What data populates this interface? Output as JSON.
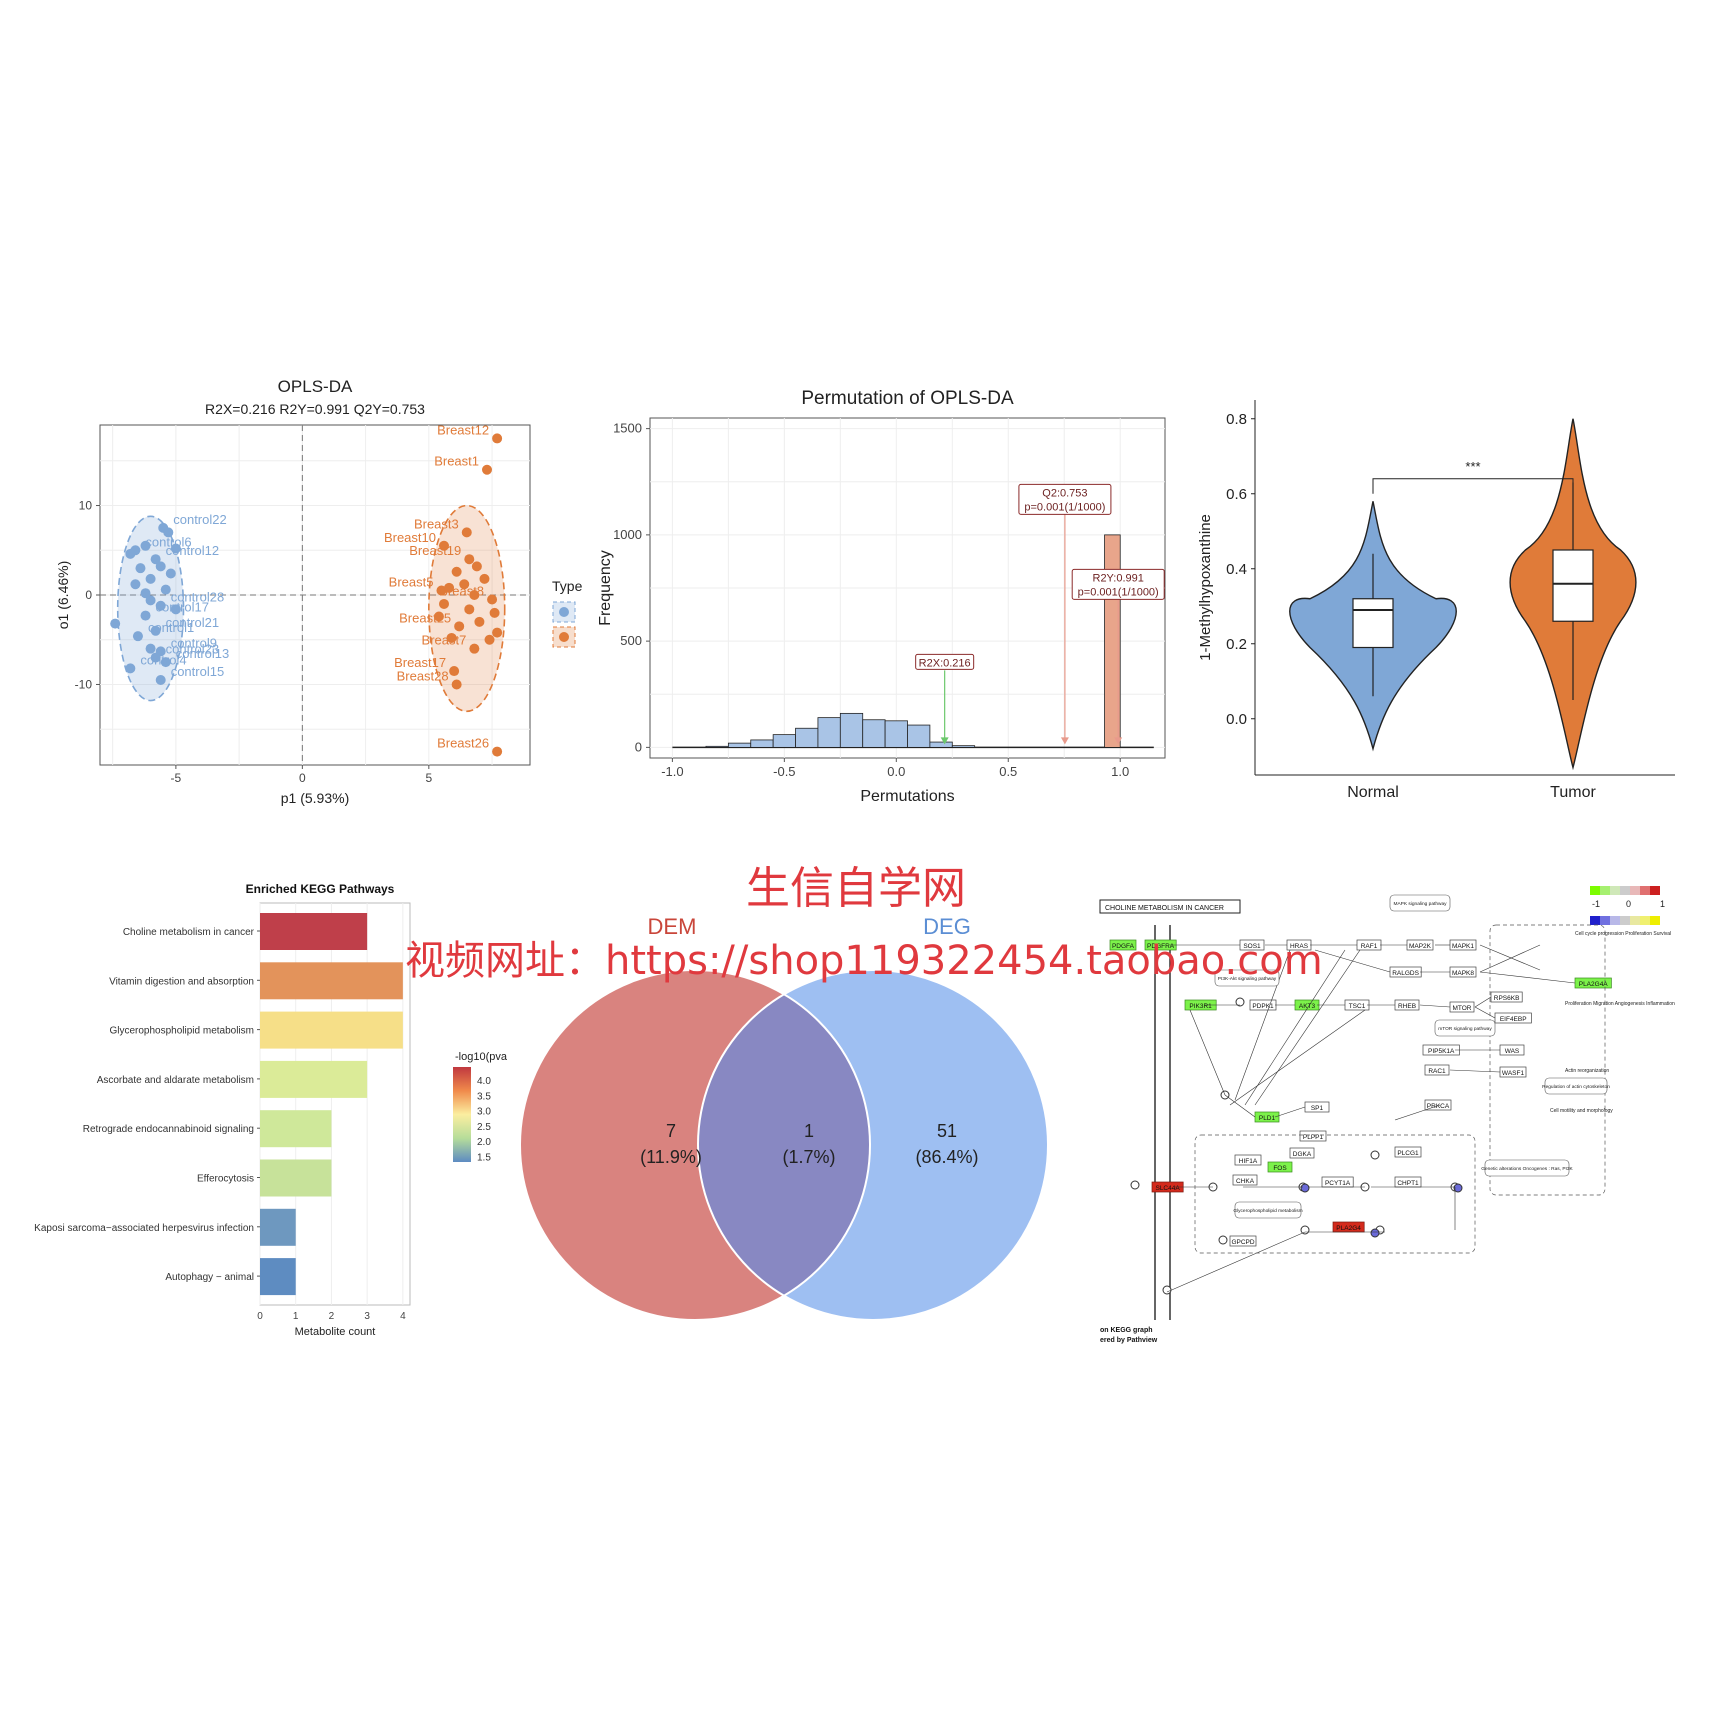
{
  "watermark": {
    "title": "生信自学网",
    "url": "视频网址：https://shop119322454.taobao.com"
  },
  "colors": {
    "normal": "#7fa7d6",
    "tumor": "#e07b39",
    "dem": "#d9837f",
    "deg": "#9ebff2",
    "overlap": "#8888c2"
  },
  "chart_data": [
    {
      "type": "scatter",
      "title": "OPLS-DA",
      "subtitle": "R2X=0.216   R2Y=0.991   Q2Y=0.753",
      "xlabel": "p1 (5.93%)",
      "ylabel": "o1 (6.46%)",
      "xlim": [
        -8,
        9
      ],
      "ylim": [
        -19,
        19
      ],
      "xticks": [
        "-5",
        "0",
        "5"
      ],
      "yticks": [
        "-10",
        "0",
        "10"
      ],
      "legend": {
        "title": "Type",
        "placement": "right"
      },
      "series": [
        {
          "points": [
            {
              "x": -5.5,
              "y": 7.5,
              "label": "control22"
            },
            {
              "x": -6.6,
              "y": 5.0,
              "label": "control6"
            },
            {
              "x": -5.8,
              "y": 4.0,
              "label": "control12"
            },
            {
              "x": -5.6,
              "y": -1.2,
              "label": "control28"
            },
            {
              "x": -6.2,
              "y": -2.3,
              "label": "control17"
            },
            {
              "x": -5.8,
              "y": -4.0,
              "label": "control21"
            },
            {
              "x": -6.5,
              "y": -4.6,
              "label": "control1"
            },
            {
              "x": -5.6,
              "y": -6.3,
              "label": "control9"
            },
            {
              "x": -5.8,
              "y": -7.0,
              "label": "control23"
            },
            {
              "x": -5.4,
              "y": -7.5,
              "label": "control13"
            },
            {
              "x": -6.8,
              "y": -8.2,
              "label": "control4"
            },
            {
              "x": -5.6,
              "y": -9.5,
              "label": "control15"
            },
            {
              "x": -5.3,
              "y": 7.0
            },
            {
              "x": -6.2,
              "y": 5.5
            },
            {
              "x": -5.0,
              "y": 5.2
            },
            {
              "x": -6.8,
              "y": 4.6
            },
            {
              "x": -5.6,
              "y": 3.2
            },
            {
              "x": -6.4,
              "y": 3.0
            },
            {
              "x": -5.2,
              "y": 2.4
            },
            {
              "x": -6.0,
              "y": 1.8
            },
            {
              "x": -6.6,
              "y": 1.2
            },
            {
              "x": -5.4,
              "y": 0.6
            },
            {
              "x": -6.2,
              "y": 0.2
            },
            {
              "x": -6.0,
              "y": -0.6
            },
            {
              "x": -5.0,
              "y": -1.6
            },
            {
              "x": -7.4,
              "y": -3.2
            },
            {
              "x": -6.0,
              "y": -6.0
            }
          ]
        },
        {
          "points": [
            {
              "x": 7.7,
              "y": 17.5,
              "label": "Breast12"
            },
            {
              "x": 7.3,
              "y": 14.0,
              "label": "Breast1"
            },
            {
              "x": 6.5,
              "y": 7.0,
              "label": "Breast3"
            },
            {
              "x": 5.6,
              "y": 5.5,
              "label": "Breast10"
            },
            {
              "x": 6.6,
              "y": 4.0,
              "label": "Breast19"
            },
            {
              "x": 5.5,
              "y": 0.5,
              "label": "Breast5"
            },
            {
              "x": 7.5,
              "y": -0.5,
              "label": "Breast8"
            },
            {
              "x": 6.2,
              "y": -3.5,
              "label": "Breast25"
            },
            {
              "x": 6.8,
              "y": -6.0,
              "label": "Breast7"
            },
            {
              "x": 6.0,
              "y": -8.5,
              "label": "Breast17"
            },
            {
              "x": 6.1,
              "y": -10.0,
              "label": "Breast28"
            },
            {
              "x": 7.7,
              "y": -17.5,
              "label": "Breast26"
            },
            {
              "x": 6.9,
              "y": 3.2
            },
            {
              "x": 6.1,
              "y": 2.6
            },
            {
              "x": 7.2,
              "y": 1.8
            },
            {
              "x": 6.4,
              "y": 1.2
            },
            {
              "x": 5.8,
              "y": 0.8
            },
            {
              "x": 6.8,
              "y": 0.0
            },
            {
              "x": 5.6,
              "y": -1.0
            },
            {
              "x": 6.6,
              "y": -1.6
            },
            {
              "x": 7.6,
              "y": -2.0
            },
            {
              "x": 5.4,
              "y": -2.4
            },
            {
              "x": 7.0,
              "y": -3.0
            },
            {
              "x": 7.7,
              "y": -4.2
            },
            {
              "x": 5.9,
              "y": -4.8
            },
            {
              "x": 7.4,
              "y": -5.0
            }
          ]
        }
      ]
    },
    {
      "type": "bar",
      "title": "Permutation of OPLS-DA",
      "xlabel": "Permutations",
      "ylabel": "Frequency",
      "xlim": [
        -1.0,
        1.0
      ],
      "ylim": [
        0,
        1500
      ],
      "xticks": [
        "-1.0",
        "-0.5",
        "0.0",
        "0.5",
        "1.0"
      ],
      "yticks": [
        "0",
        "500",
        "1000",
        "1500"
      ],
      "bins": [
        {
          "x0": -0.85,
          "x1": -0.75,
          "count": 5
        },
        {
          "x0": -0.75,
          "x1": -0.65,
          "count": 20
        },
        {
          "x0": -0.65,
          "x1": -0.55,
          "count": 35
        },
        {
          "x0": -0.55,
          "x1": -0.45,
          "count": 60
        },
        {
          "x0": -0.45,
          "x1": -0.35,
          "count": 90
        },
        {
          "x0": -0.35,
          "x1": -0.25,
          "count": 140
        },
        {
          "x0": -0.25,
          "x1": -0.15,
          "count": 160
        },
        {
          "x0": -0.15,
          "x1": -0.05,
          "count": 130
        },
        {
          "x0": -0.05,
          "x1": 0.05,
          "count": 125
        },
        {
          "x0": 0.05,
          "x1": 0.15,
          "count": 105
        },
        {
          "x0": 0.15,
          "x1": 0.25,
          "count": 25
        },
        {
          "x0": 0.25,
          "x1": 0.35,
          "count": 8
        }
      ],
      "r2y_bar": {
        "x0": 0.93,
        "x1": 1.0,
        "count": 1000
      },
      "annotations": [
        {
          "label": "R2X:0.216",
          "x": 0.216,
          "y": 400,
          "color": "#6cc86c"
        },
        {
          "label": "Q2:0.753",
          "line2": "p=0.001(1/1000)",
          "x": 0.753,
          "y": 1200,
          "color": "#e89a8c"
        },
        {
          "label": "R2Y:0.991",
          "line2": "p=0.001(1/1000)",
          "x": 0.991,
          "y": 800,
          "color": "#e89a8c"
        }
      ]
    },
    {
      "type": "violin",
      "ylabel": "1-Methylhypoxanthine",
      "categories": [
        "Normal",
        "Tumor"
      ],
      "ylim": [
        -0.15,
        0.85
      ],
      "yticks": [
        "0.0",
        "0.2",
        "0.4",
        "0.6",
        "0.8"
      ],
      "significance": "***",
      "boxes": [
        {
          "min": 0.06,
          "q1": 0.19,
          "median": 0.29,
          "q3": 0.32,
          "max": 0.44,
          "vmin": -0.08,
          "vmax": 0.58
        },
        {
          "min": 0.05,
          "q1": 0.26,
          "median": 0.36,
          "q3": 0.45,
          "max": 0.63,
          "vmin": -0.13,
          "vmax": 0.8
        }
      ]
    },
    {
      "type": "bar",
      "orientation": "horizontal",
      "title": "Enriched KEGG Pathways",
      "xlabel": "Metabolite count",
      "xlim": [
        0,
        4.2
      ],
      "xticks": [
        "0",
        "1",
        "2",
        "3",
        "4"
      ],
      "legend": {
        "title": "-log10(pva",
        "ticks": [
          "4.0",
          "3.5",
          "3.0",
          "2.5",
          "2.0",
          "1.5"
        ]
      },
      "categories": [
        "Choline metabolism in cancer",
        "Vitamin digestion and absorption",
        "Glycerophospholipid metabolism",
        "Ascorbate and aldarate metabolism",
        "Retrograde endocannabinoid signaling",
        "Efferocytosis",
        "Kaposi sarcoma−associated herpesvirus infection",
        "Autophagy − animal"
      ],
      "values": [
        3,
        4,
        4,
        3,
        2,
        2,
        1,
        1
      ],
      "colors": [
        "#bf3f4a",
        "#e3935b",
        "#f6df88",
        "#dbeb98",
        "#cfe89a",
        "#c7e29a",
        "#6e98bf",
        "#5e8cc1"
      ]
    },
    {
      "type": "venn",
      "sets": [
        {
          "name": "DEM",
          "count": "7",
          "percent": "(11.9%)"
        },
        {
          "name": "DEG",
          "count": "51",
          "percent": "(86.4%)"
        }
      ],
      "overlap": {
        "count": "1",
        "percent": "(1.7%)"
      }
    },
    {
      "type": "pathway",
      "title": "CHOLINE METABOLISM IN CANCER",
      "legend_ticks": [
        "-1",
        "0",
        "1"
      ],
      "footer": [
        "on KEGG graph",
        "ered by Pathview"
      ],
      "nodes_red": [
        "SLC44A",
        "PLA2G4"
      ],
      "nodes_green": [
        "PDGFA",
        "PDGFRA",
        "PIK3R1",
        "AKT3",
        "PLD1",
        "FOS",
        "PLA2G4A",
        "PLA2G4"
      ],
      "nodes_plain": [
        "SOS1",
        "HRAS",
        "RAF1",
        "MAP2K",
        "MAPK1",
        "RALGDS",
        "MAPK8",
        "PDPK1",
        "TSC1",
        "RHEB",
        "MTOR",
        "RPS6KB",
        "EIF4EBP",
        "PIP5K1A",
        "WAS",
        "RAC1",
        "WASF1",
        "SP1",
        "PRKCA",
        "PLPP1",
        "DGKA",
        "HIF1A",
        "CHKA",
        "PCYT1A",
        "CHPT1",
        "PLCG1",
        "GPCPD"
      ],
      "notes": [
        "MAPK signaling pathway",
        "PI3K-Akt signaling pathway",
        "mTOR signaling pathway",
        "Glycerophospholipid metabolism",
        "Cell cycle progression Proliferation Survival",
        "Proliferation Migration Angiogenesis Inflammation",
        "Actin reorganization",
        "Regulation of actin cytoskeleton",
        "Cell motility and morphology",
        "Genetic alterations Oncogenes : Ras, PI3K"
      ]
    }
  ]
}
